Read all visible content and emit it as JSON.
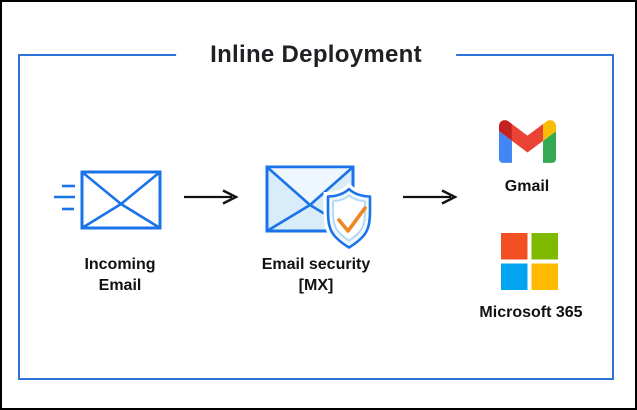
{
  "title": "Inline Deployment",
  "nodes": {
    "incoming_email": {
      "label_line1": "Incoming",
      "label_line2": "Email"
    },
    "email_security": {
      "label_line1": "Email security",
      "label_line2": "[MX]"
    },
    "gmail": {
      "label": "Gmail"
    },
    "microsoft_365": {
      "label": "Microsoft 365"
    }
  },
  "icons": {
    "incoming_email": "envelope-with-speed-lines-icon",
    "email_security": "envelope-with-shield-check-icon",
    "flow": "arrow-right-icon",
    "gmail": "gmail-logo",
    "microsoft_365": "microsoft-logo"
  },
  "colors": {
    "frame_blue": "#2f72d9",
    "icon_blue": "#1a73e8",
    "envelope_fill": "#d9ecf9",
    "envelope_flap_fill": "#eef7fd",
    "shield_fill": "#f0f8fd",
    "shield_inner_ring": "#b5d9f2",
    "check_orange": "#ee8722",
    "arrow_black": "#111111",
    "text_dark": "#111111",
    "white": "#ffffff",
    "gmail_blue": "#4285f4",
    "gmail_green": "#34a853",
    "gmail_yellow": "#fbbc04",
    "gmail_red": "#ea4335",
    "gmail_dark_red": "#c5221f",
    "ms_orange": "#f25022",
    "ms_green": "#7fba00",
    "ms_blue": "#00a4ef",
    "ms_yellow": "#ffb900"
  }
}
